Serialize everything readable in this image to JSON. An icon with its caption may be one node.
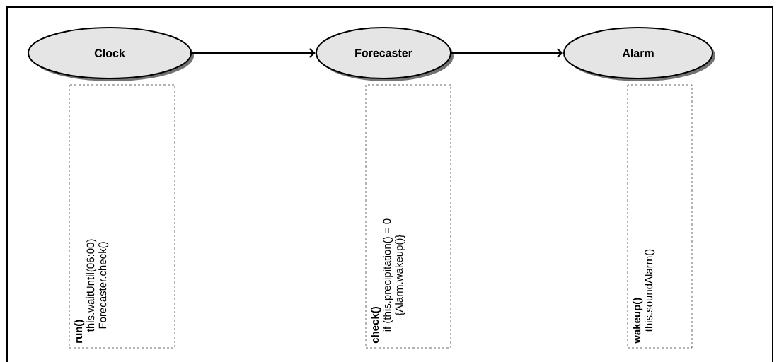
{
  "diagram": {
    "nodes": [
      {
        "text": [
          "Clock"
        ]
      },
      {
        "text": [
          "Forecaster"
        ]
      },
      {
        "text": [
          "Alarm"
        ]
      },
      {
        "text": [
          "run()",
          "this.waitUntil(06:00)",
          "Forecaster.check()"
        ]
      },
      {
        "text": [
          "check()",
          "if (this.precipitation() = 0",
          "{Alarm.wakeup()}"
        ]
      },
      {
        "text": [
          "wakeup()",
          "this.soundAlarm()"
        ]
      }
    ],
    "edges": [
      {
        "from": 0,
        "to": 1,
        "arrow": "to"
      },
      {
        "from": 1,
        "to": 2,
        "arrow": "to"
      }
    ]
  }
}
